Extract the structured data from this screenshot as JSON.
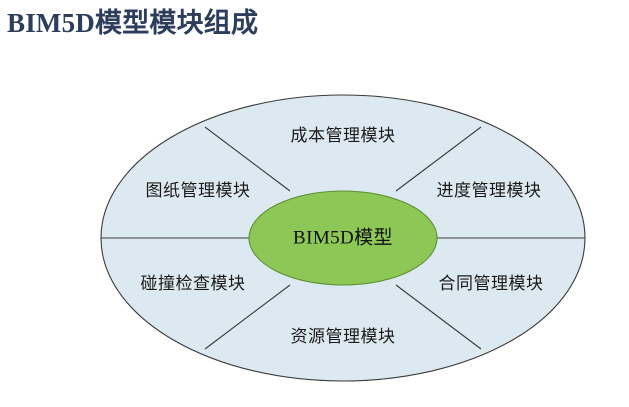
{
  "slide": {
    "title": "BIM5D模型模块组成",
    "title_color": "#2c3e5b",
    "background_color": "#ffffff"
  },
  "diagram": {
    "type": "hub-and-spoke-ellipse",
    "outer_fill_color": "#dce9f0",
    "outer_stroke_color": "#3b3b3b",
    "center_fill_color": "#8dc756",
    "center_stroke_color": "#5e8f33",
    "center": {
      "label": "BIM5D模型"
    },
    "segments": [
      {
        "id": "cost",
        "label": "成本管理模块",
        "position": "top"
      },
      {
        "id": "schedule",
        "label": "进度管理模块",
        "position": "upper-right"
      },
      {
        "id": "contract",
        "label": "合同管理模块",
        "position": "lower-right"
      },
      {
        "id": "resource",
        "label": "资源管理模块",
        "position": "bottom"
      },
      {
        "id": "clash",
        "label": "碰撞检查模块",
        "position": "lower-left"
      },
      {
        "id": "drawing",
        "label": "图纸管理模块",
        "position": "upper-left"
      }
    ]
  }
}
